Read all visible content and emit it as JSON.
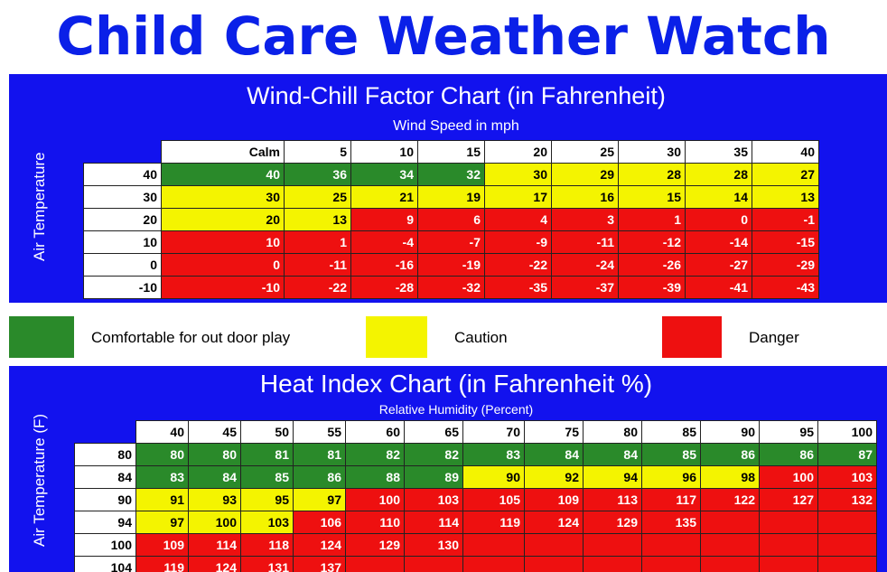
{
  "title": "Child Care Weather Watch",
  "wind_chill": {
    "title": "Wind-Chill Factor Chart (in Fahrenheit)",
    "subtitle": "Wind Speed in mph",
    "row_axis_label": "Air Temperature",
    "columns": [
      "Calm",
      "5",
      "10",
      "15",
      "20",
      "25",
      "30",
      "35",
      "40"
    ],
    "rows": [
      {
        "temp": "40",
        "values": [
          "40",
          "36",
          "34",
          "32",
          "30",
          "29",
          "28",
          "28",
          "27"
        ],
        "levels": [
          "g",
          "g",
          "g",
          "g",
          "y",
          "y",
          "y",
          "y",
          "y"
        ]
      },
      {
        "temp": "30",
        "values": [
          "30",
          "25",
          "21",
          "19",
          "17",
          "16",
          "15",
          "14",
          "13"
        ],
        "levels": [
          "y",
          "y",
          "y",
          "y",
          "y",
          "y",
          "y",
          "y",
          "y"
        ]
      },
      {
        "temp": "20",
        "values": [
          "20",
          "13",
          "9",
          "6",
          "4",
          "3",
          "1",
          "0",
          "-1"
        ],
        "levels": [
          "y",
          "y",
          "r",
          "r",
          "r",
          "r",
          "r",
          "r",
          "r"
        ]
      },
      {
        "temp": "10",
        "values": [
          "10",
          "1",
          "-4",
          "-7",
          "-9",
          "-11",
          "-12",
          "-14",
          "-15"
        ],
        "levels": [
          "r",
          "r",
          "r",
          "r",
          "r",
          "r",
          "r",
          "r",
          "r"
        ]
      },
      {
        "temp": "0",
        "values": [
          "0",
          "-11",
          "-16",
          "-19",
          "-22",
          "-24",
          "-26",
          "-27",
          "-29"
        ],
        "levels": [
          "r",
          "r",
          "r",
          "r",
          "r",
          "r",
          "r",
          "r",
          "r"
        ]
      },
      {
        "temp": "-10",
        "values": [
          "-10",
          "-22",
          "-28",
          "-32",
          "-35",
          "-37",
          "-39",
          "-41",
          "-43"
        ],
        "levels": [
          "r",
          "r",
          "r",
          "r",
          "r",
          "r",
          "r",
          "r",
          "r"
        ]
      }
    ]
  },
  "legend": {
    "comfortable": "Comfortable for out door play",
    "caution": "Caution",
    "danger": "Danger"
  },
  "colors": {
    "title_blue": "#0a20e8",
    "panel_blue": "#1212ee",
    "green": "#2a8a2a",
    "yellow": "#f4f400",
    "red": "#ee1010"
  },
  "heat_index": {
    "title": "Heat Index Chart (in Fahrenheit %)",
    "subtitle": "Relative Humidity (Percent)",
    "row_axis_label": "Air Temperature (F)",
    "columns": [
      "40",
      "45",
      "50",
      "55",
      "60",
      "65",
      "70",
      "75",
      "80",
      "85",
      "90",
      "95",
      "100"
    ],
    "rows": [
      {
        "temp": "80",
        "values": [
          "80",
          "80",
          "81",
          "81",
          "82",
          "82",
          "83",
          "84",
          "84",
          "85",
          "86",
          "86",
          "87"
        ],
        "levels": [
          "g",
          "g",
          "g",
          "g",
          "g",
          "g",
          "g",
          "g",
          "g",
          "g",
          "g",
          "g",
          "g"
        ]
      },
      {
        "temp": "84",
        "values": [
          "83",
          "84",
          "85",
          "86",
          "88",
          "89",
          "90",
          "92",
          "94",
          "96",
          "98",
          "100",
          "103"
        ],
        "levels": [
          "g",
          "g",
          "g",
          "g",
          "g",
          "g",
          "y",
          "y",
          "y",
          "y",
          "y",
          "r",
          "r"
        ]
      },
      {
        "temp": "90",
        "values": [
          "91",
          "93",
          "95",
          "97",
          "100",
          "103",
          "105",
          "109",
          "113",
          "117",
          "122",
          "127",
          "132"
        ],
        "levels": [
          "y",
          "y",
          "y",
          "y",
          "r",
          "r",
          "r",
          "r",
          "r",
          "r",
          "r",
          "r",
          "r"
        ]
      },
      {
        "temp": "94",
        "values": [
          "97",
          "100",
          "103",
          "106",
          "110",
          "114",
          "119",
          "124",
          "129",
          "135",
          "",
          "",
          ""
        ],
        "levels": [
          "y",
          "y",
          "y",
          "r",
          "r",
          "r",
          "r",
          "r",
          "r",
          "r",
          "r",
          "r",
          "r"
        ]
      },
      {
        "temp": "100",
        "values": [
          "109",
          "114",
          "118",
          "124",
          "129",
          "130",
          "",
          "",
          "",
          "",
          "",
          "",
          ""
        ],
        "levels": [
          "r",
          "r",
          "r",
          "r",
          "r",
          "r",
          "r",
          "r",
          "r",
          "r",
          "r",
          "r",
          "r"
        ]
      },
      {
        "temp": "104",
        "values": [
          "119",
          "124",
          "131",
          "137",
          "",
          "",
          "",
          "",
          "",
          "",
          "",
          "",
          ""
        ],
        "levels": [
          "r",
          "r",
          "r",
          "r",
          "r",
          "r",
          "r",
          "r",
          "r",
          "r",
          "r",
          "r",
          "r"
        ]
      }
    ]
  }
}
